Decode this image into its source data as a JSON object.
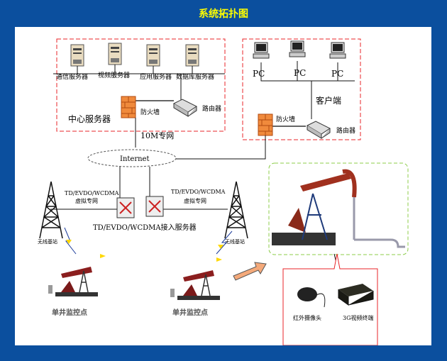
{
  "title": "系统拓扑图",
  "center": {
    "servers": [
      "通信服务器",
      "视频服务器",
      "应用服务器",
      "数据库服务器"
    ],
    "firewall": "防火墙",
    "router": "路由器",
    "group_label": "中心服务器",
    "link_label": "10M专网"
  },
  "client": {
    "pcs": [
      "PC",
      "PC",
      "PC"
    ],
    "group_label": "客户端",
    "firewall": "防火墙",
    "router": "路由器"
  },
  "internet": "Internet",
  "access": {
    "left_vpn": [
      "TD/EVDO/WCDMA",
      "虚拟专网"
    ],
    "right_vpn": [
      "TD/EVDO/WCDMA",
      "虚拟专网"
    ],
    "server_label": "TD/EVDO/WCDMA接入服务器",
    "base_station": "无线基站"
  },
  "wells": [
    "单井监控点",
    "单井监控点"
  ],
  "devices": {
    "camera": "红外摄像头",
    "terminal": "3G视频终端"
  },
  "colors": {
    "background": "#0b4f9e",
    "title": "#ffff00",
    "red_dash": "#e8262a",
    "green_dash": "#8ccc4a"
  }
}
